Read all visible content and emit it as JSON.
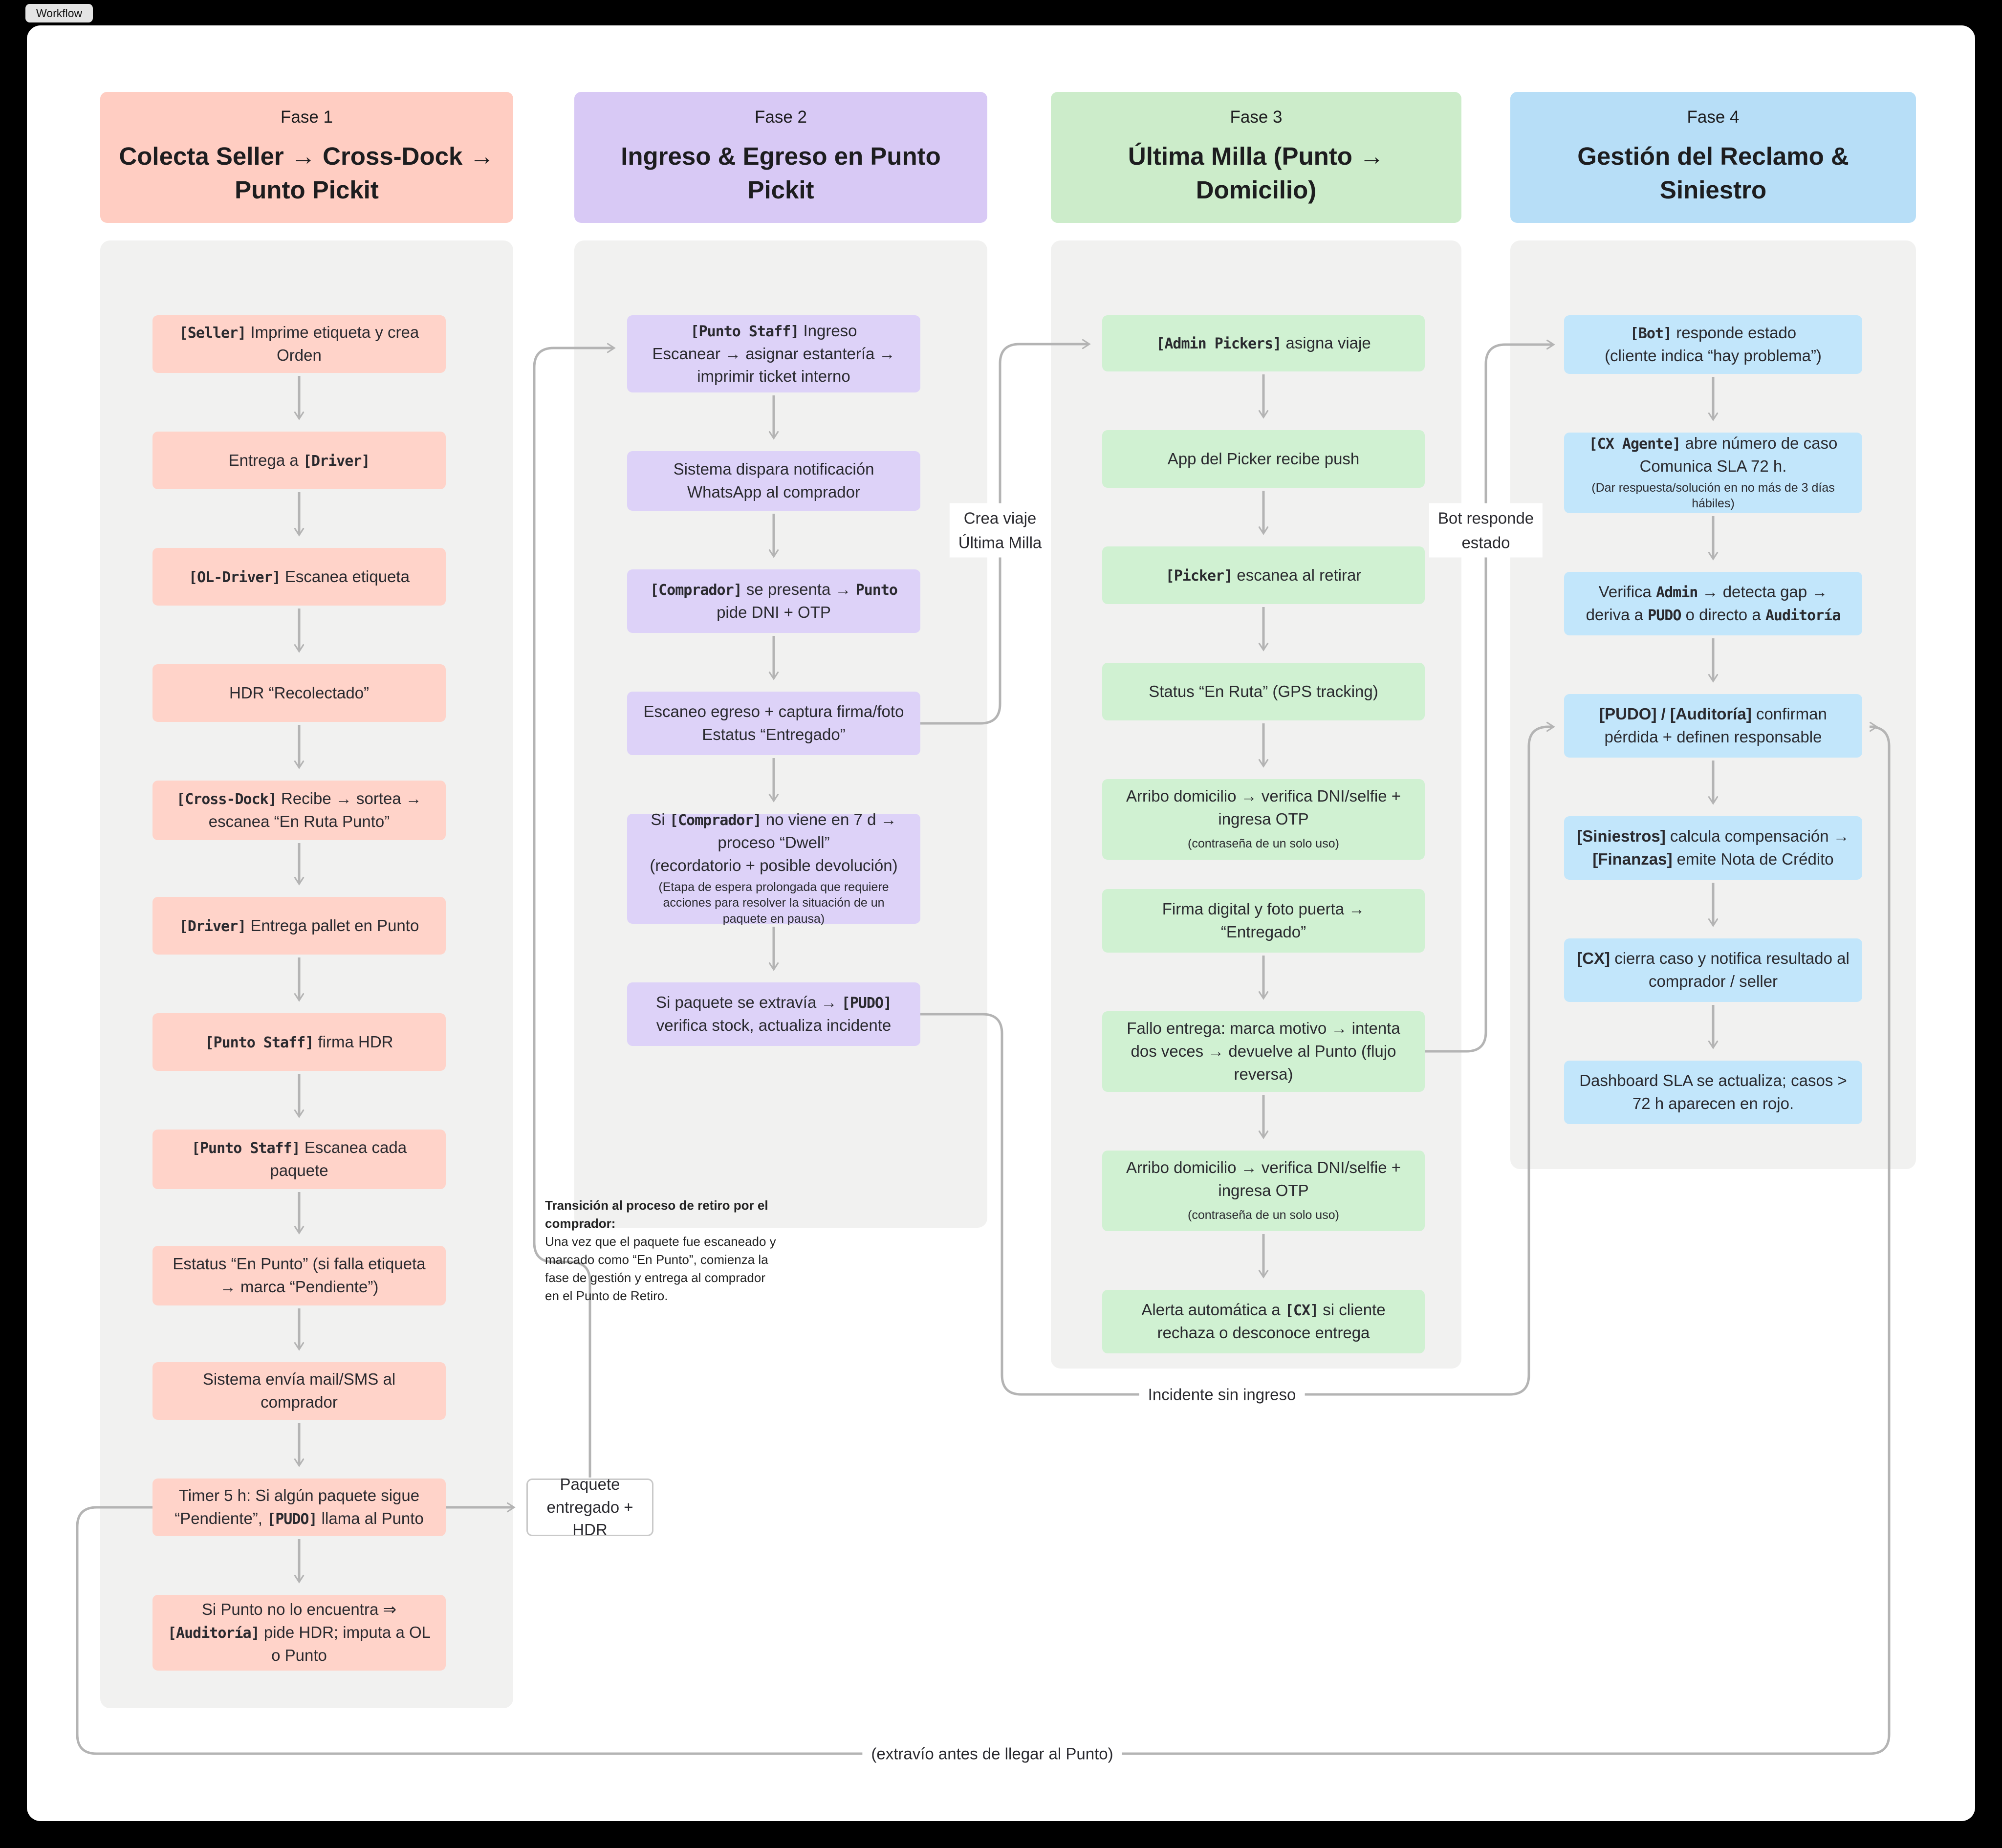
{
  "window": {
    "tab_label": "Workflow"
  },
  "colors": {
    "page_bg": "#000000",
    "canvas_bg": "#ffffff",
    "panel_bg": "#f1f1f0",
    "wire": "#b4b4b4",
    "text": "#26262b",
    "phase1_header_bg": "#ffcdc2",
    "phase1_node_bg": "#ffd3c9",
    "phase2_header_bg": "#d8c9f5",
    "phase2_node_bg": "#ddd2f8",
    "phase3_header_bg": "#ccecca",
    "phase3_node_bg": "#d0f1d2",
    "phase4_header_bg": "#b7def7",
    "phase4_node_bg": "#c2e6fb"
  },
  "columns": [
    {
      "phase": "Fase 1",
      "title": "Colecta Seller → Cross-Dock → Punto Pickit",
      "boxes": [
        {
          "segments": [
            {
              "t": "[Seller]",
              "s": "m"
            },
            {
              "t": " Imprime etiqueta y crea Orden"
            }
          ]
        },
        {
          "segments": [
            {
              "t": "Entrega a "
            },
            {
              "t": "[Driver]",
              "s": "m"
            }
          ]
        },
        {
          "segments": [
            {
              "t": "[OL-Driver]",
              "s": "m"
            },
            {
              "t": " Escanea etiqueta"
            }
          ]
        },
        {
          "segments": [
            {
              "t": "HDR “Recolectado”"
            }
          ]
        },
        {
          "segments": [
            {
              "t": "[Cross-Dock]",
              "s": "m"
            },
            {
              "t": " Recibe → sortea → escanea “En Ruta Punto”"
            }
          ]
        },
        {
          "segments": [
            {
              "t": "[Driver]",
              "s": "m"
            },
            {
              "t": " Entrega pallet en Punto"
            }
          ]
        },
        {
          "segments": [
            {
              "t": "[Punto Staff]",
              "s": "m"
            },
            {
              "t": " firma HDR"
            }
          ]
        },
        {
          "segments": [
            {
              "t": "[Punto Staff]",
              "s": "m"
            },
            {
              "t": " Escanea cada paquete"
            }
          ]
        },
        {
          "segments": [
            {
              "t": "Estatus “En Punto” (si falla etiqueta → marca “Pendiente”)"
            }
          ]
        },
        {
          "segments": [
            {
              "t": "Sistema envía mail/SMS al comprador"
            }
          ]
        },
        {
          "segments": [
            {
              "t": "Timer 5 h: Si algún paquete sigue “Pendiente”, "
            },
            {
              "t": "[PUDO]",
              "s": "m"
            },
            {
              "t": " llama al Punto"
            }
          ]
        },
        {
          "segments": [
            {
              "t": "Si Punto no lo encuentra ⇒ "
            },
            {
              "t": "[Auditoría]",
              "s": "m"
            },
            {
              "t": " pide HDR; imputa a OL o Punto"
            }
          ]
        }
      ]
    },
    {
      "phase": "Fase 2",
      "title": "Ingreso & Egreso en Punto Pickit",
      "boxes": [
        {
          "segments": [
            {
              "t": "[Punto Staff]",
              "s": "m"
            },
            {
              "t": " Ingreso"
            },
            {
              "s": "br"
            },
            {
              "t": "Escanear → asignar estantería →"
            },
            {
              "s": "br"
            },
            {
              "t": "imprimir ticket interno"
            }
          ]
        },
        {
          "segments": [
            {
              "t": "Sistema dispara notificación WhatsApp al comprador"
            }
          ]
        },
        {
          "segments": [
            {
              "t": "[Comprador]",
              "s": "m"
            },
            {
              "t": " se presenta → "
            },
            {
              "t": "Punto",
              "s": "m"
            },
            {
              "s": "br"
            },
            {
              "t": "pide DNI + OTP"
            }
          ]
        },
        {
          "segments": [
            {
              "t": "Escaneo egreso + captura firma/foto"
            },
            {
              "s": "br"
            },
            {
              "t": "Estatus “Entregado”"
            }
          ]
        },
        {
          "segments": [
            {
              "t": "Si "
            },
            {
              "t": "[Comprador]",
              "s": "m"
            },
            {
              "t": " no viene en 7 d →"
            },
            {
              "s": "br"
            },
            {
              "t": "proceso “Dwell”"
            },
            {
              "s": "br"
            },
            {
              "t": "(recordatorio + posible devolución)"
            },
            {
              "s": "br"
            },
            {
              "t": "(Etapa de espera prolongada que requiere acciones para resolver la situación de un paquete en pausa)",
              "s": "s"
            }
          ]
        },
        {
          "segments": [
            {
              "t": "Si paquete se extravía → "
            },
            {
              "t": "[PUDO]",
              "s": "m"
            },
            {
              "s": "br"
            },
            {
              "t": "verifica stock, actualiza incidente"
            }
          ]
        }
      ]
    },
    {
      "phase": "Fase 3",
      "title": "Última Milla (Punto → Domicilio)",
      "boxes": [
        {
          "segments": [
            {
              "t": "[Admin Pickers]",
              "s": "m"
            },
            {
              "t": " asigna viaje"
            }
          ]
        },
        {
          "segments": [
            {
              "t": "App del Picker recibe push"
            }
          ]
        },
        {
          "segments": [
            {
              "t": "[Picker]",
              "s": "m"
            },
            {
              "t": " escanea al retirar"
            }
          ]
        },
        {
          "segments": [
            {
              "t": "Status “En Ruta” (GPS tracking)"
            }
          ]
        },
        {
          "segments": [
            {
              "t": "Arribo domicilio → verifica DNI/selfie + ingresa OTP"
            },
            {
              "s": "br"
            },
            {
              "t": "(contraseña de un solo uso)",
              "s": "s"
            }
          ]
        },
        {
          "segments": [
            {
              "t": "Firma digital y foto puerta →"
            },
            {
              "s": "br"
            },
            {
              "t": "“Entregado”"
            }
          ]
        },
        {
          "segments": [
            {
              "t": "Fallo entrega: marca motivo → intenta dos veces → devuelve al Punto (flujo reversa)"
            }
          ]
        },
        {
          "segments": [
            {
              "t": "Arribo domicilio → verifica DNI/selfie + ingresa OTP"
            },
            {
              "s": "br"
            },
            {
              "t": "(contraseña de un solo uso)",
              "s": "s"
            }
          ]
        },
        {
          "segments": [
            {
              "t": "Alerta automática a "
            },
            {
              "t": "[CX]",
              "s": "m"
            },
            {
              "t": " si cliente rechaza o desconoce entrega"
            }
          ]
        }
      ]
    },
    {
      "phase": "Fase 4",
      "title": "Gestión del Reclamo & Siniestro",
      "boxes": [
        {
          "segments": [
            {
              "t": "[Bot]",
              "s": "m"
            },
            {
              "t": " responde estado"
            },
            {
              "s": "br"
            },
            {
              "t": "(cliente indica “hay problema”)"
            }
          ]
        },
        {
          "segments": [
            {
              "t": "[CX Agente]",
              "s": "m"
            },
            {
              "t": " abre número de caso"
            },
            {
              "s": "br"
            },
            {
              "t": "Comunica SLA 72 h."
            },
            {
              "s": "br"
            },
            {
              "t": "(Dar respuesta/solución en no más de 3 días hábiles)",
              "s": "s"
            }
          ]
        },
        {
          "segments": [
            {
              "t": "Verifica "
            },
            {
              "t": "Admin",
              "s": "m"
            },
            {
              "t": " → detecta gap → deriva a "
            },
            {
              "t": "PUDO",
              "s": "m"
            },
            {
              "t": " o directo a "
            },
            {
              "t": "Auditoría",
              "s": "m"
            }
          ]
        },
        {
          "segments": [
            {
              "t": "[PUDO] / [Auditoría]",
              "s": "b"
            },
            {
              "t": " confirman"
            },
            {
              "s": "br"
            },
            {
              "t": "pérdida + definen responsable"
            }
          ]
        },
        {
          "segments": [
            {
              "t": "[Siniestros]",
              "s": "b"
            },
            {
              "t": " calcula compensación →"
            },
            {
              "s": "br"
            },
            {
              "t": "[Finanzas]",
              "s": "b"
            },
            {
              "t": " emite Nota de Crédito"
            }
          ]
        },
        {
          "segments": [
            {
              "t": "[CX]",
              "s": "b"
            },
            {
              "t": " cierra caso y notifica resultado al comprador / seller"
            }
          ]
        },
        {
          "segments": [
            {
              "t": "Dashboard SLA se actualiza; casos > 72 h aparecen en rojo."
            }
          ]
        }
      ]
    }
  ],
  "extras": {
    "delivered_box": {
      "segments": [
        {
          "t": "Paquete entregado +"
        },
        {
          "s": "br"
        },
        {
          "t": "HDR"
        }
      ]
    },
    "note": {
      "title": "Transición al proceso de retiro por el comprador:",
      "body": "Una vez que el paquete fue escaneado y marcado como “En Punto”, comienza la fase de gestión y entrega al comprador en el Punto de Retiro."
    },
    "edge_labels": {
      "create_trip": "Crea viaje\nÚltima Milla",
      "bot_status": "Bot responde\nestado",
      "incident": "Incidente sin ingreso",
      "lost_before": "(extravío antes de llegar al Punto)"
    }
  }
}
